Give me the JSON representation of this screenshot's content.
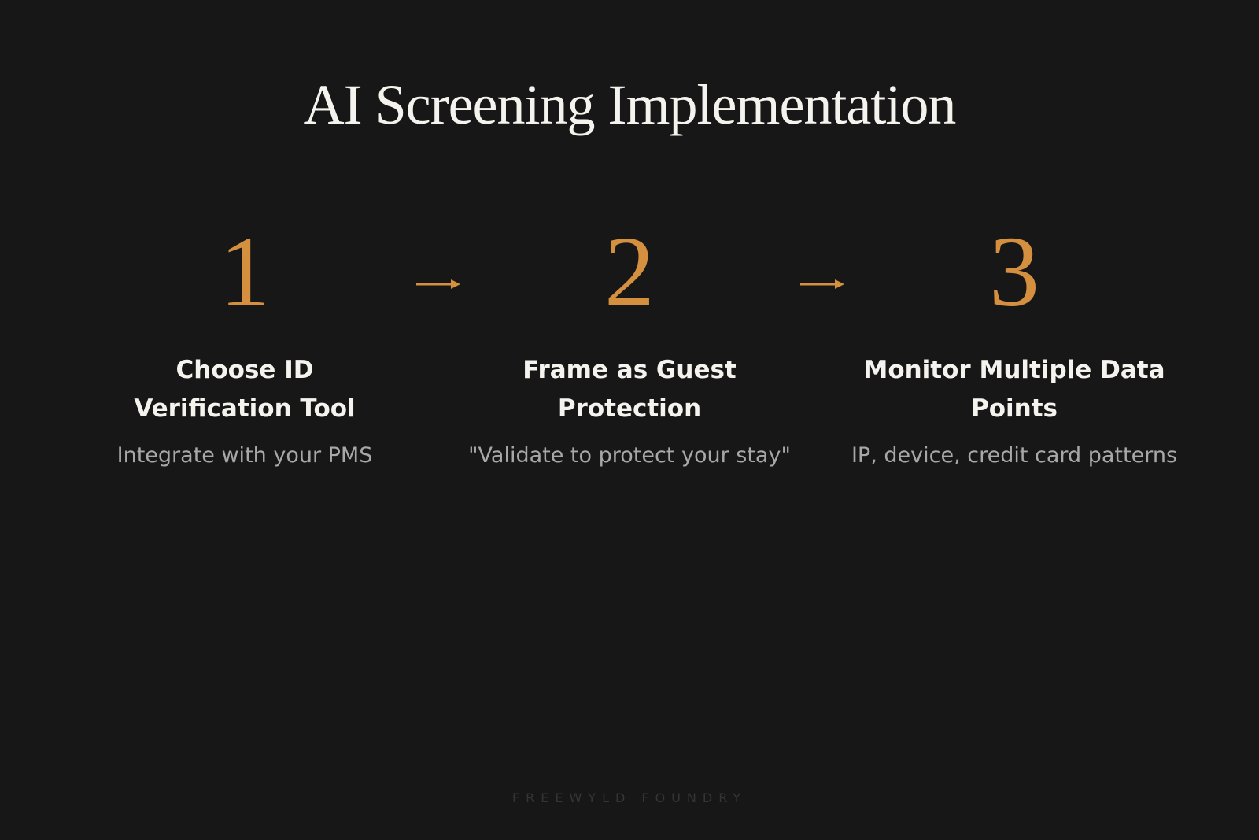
{
  "slide": {
    "title": "AI Screening Implementation",
    "accent_color": "#d48f3f",
    "steps": [
      {
        "number": "1",
        "heading": "Choose ID Verification Tool",
        "description": "Integrate with your PMS"
      },
      {
        "number": "2",
        "heading": "Frame as Guest Protection",
        "description": "\"Validate to protect your stay\""
      },
      {
        "number": "3",
        "heading": "Monitor Multiple Data Points",
        "description": "IP, device, credit card patterns"
      }
    ],
    "arrows": [
      "arrow-right-icon",
      "arrow-right-icon"
    ],
    "footer": "FREEWYLD FOUNDRY"
  }
}
